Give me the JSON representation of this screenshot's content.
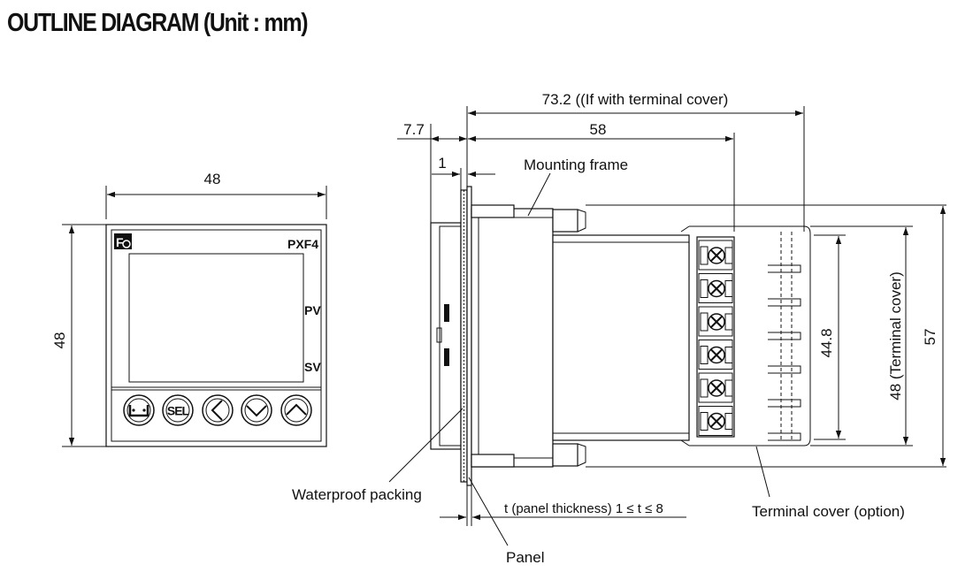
{
  "title": "OUTLINE DIAGRAM (Unit : mm)",
  "front_view": {
    "brand_model": "PXF4",
    "pv_label": "PV",
    "sv_label": "SV",
    "sel_label": "SEL",
    "dim_width": "48",
    "dim_height": "48",
    "buttons": [
      "user-key",
      "SEL",
      "left",
      "down",
      "up"
    ]
  },
  "side_view": {
    "dim_total_with_cover": "73.2 ((If with terminal cover)",
    "dim_depth": "58",
    "dim_front_thickness": "7.7",
    "dim_packing": "1",
    "dim_terminal_height": "44.8",
    "dim_terminal_cover_height": "48 (Terminal cover)",
    "dim_overall_height": "57",
    "label_mounting_frame": "Mounting frame",
    "label_waterproof_packing": "Waterproof packing",
    "label_panel_thickness": "t (panel thickness) 1 ≤ t ≤ 8",
    "label_terminal_cover": "Terminal cover (option)",
    "label_panel": "Panel"
  },
  "colors": {
    "line": "#111111",
    "background": "#ffffff"
  }
}
